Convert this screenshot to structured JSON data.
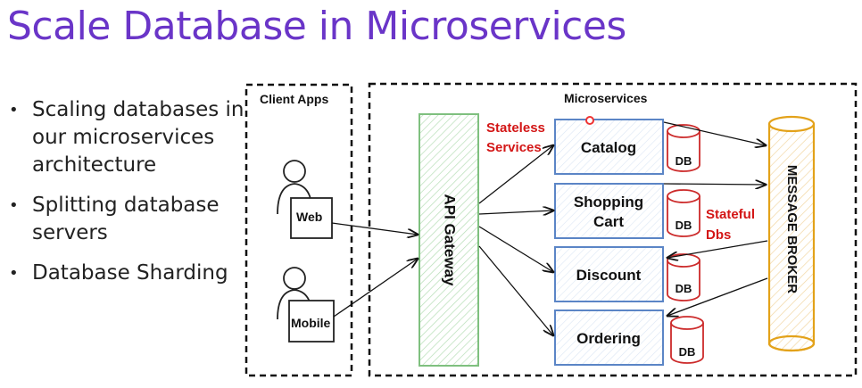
{
  "slide": {
    "title": "Scale Database in Microservices",
    "bullets": [
      "Scaling databases in our microservices architecture",
      "Splitting database servers",
      "Database Sharding"
    ]
  },
  "diagram": {
    "client_apps_label": "Client Apps",
    "microservices_label": "Microservices",
    "web_label": "Web",
    "mobile_label": "Mobile",
    "gateway_label": "API Gateway",
    "broker_label": "MESSAGE BROKER",
    "stateless_line1": "Stateless",
    "stateless_line2": "Services",
    "stateful_line1": "Stateful",
    "stateful_line2": "Dbs",
    "services": {
      "catalog": "Catalog",
      "shopping_line1": "Shopping",
      "shopping_line2": "Cart",
      "discount": "Discount",
      "ordering": "Ordering"
    },
    "db_label": "DB"
  },
  "colors": {
    "title": "#6a35c8",
    "annotation_red": "#d31616",
    "service_border": "#5b85c6",
    "gateway_green": "#7fc07f",
    "db_red": "#cc2a2a",
    "broker_orange": "#e3a21a"
  }
}
